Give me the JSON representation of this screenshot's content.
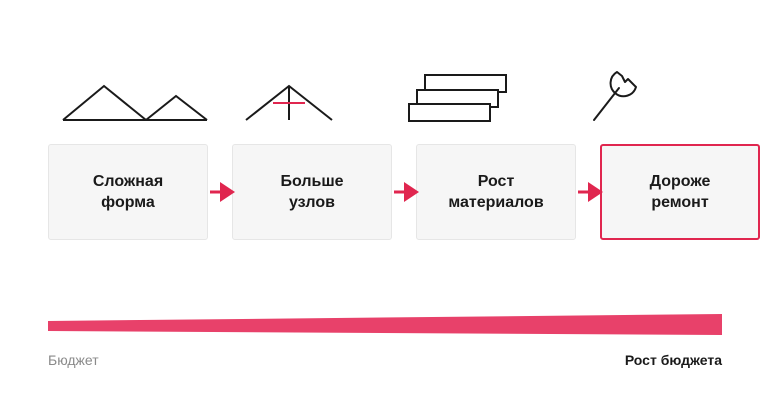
{
  "colors": {
    "accent": "#e0264f",
    "stroke": "#1a1a1a",
    "box_fill": "#f6f6f6",
    "box_border": "#e6e6e6",
    "muted_text": "#8a8a8a"
  },
  "steps": [
    {
      "label": "Сложная\nформа",
      "icon": "double-peak-roof-icon"
    },
    {
      "label": "Больше\nузлов",
      "icon": "roof-node-icon"
    },
    {
      "label": "Рост\nматериалов",
      "icon": "stacked-materials-icon"
    },
    {
      "label": "Дороже\nремонт",
      "icon": "wrench-icon"
    }
  ],
  "budget": {
    "start_label": "Бюджет",
    "end_label": "Рост бюджета"
  }
}
